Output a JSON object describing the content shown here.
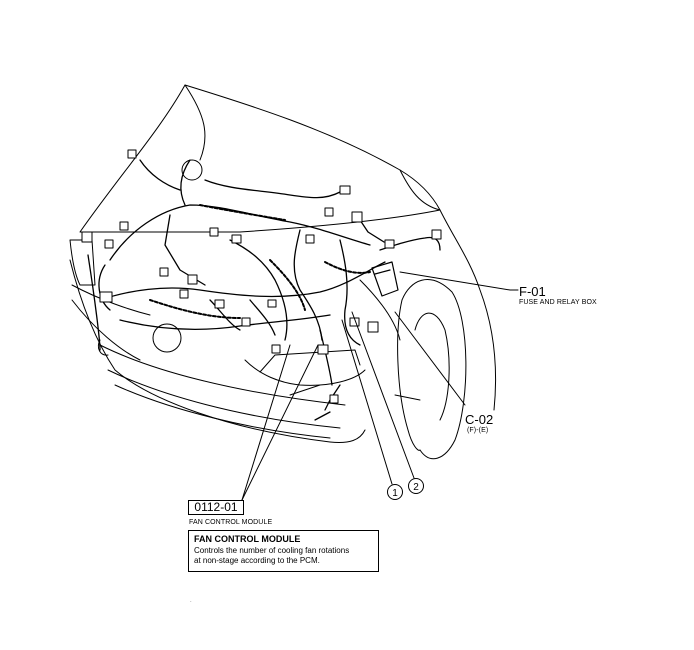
{
  "callouts": {
    "fuse_relay": {
      "code": "F-01",
      "name": "FUSE AND RELAY BOX"
    },
    "connector": {
      "code": "C-02",
      "sub": "(F)-(E)"
    },
    "circle_1": "1",
    "circle_2": "2"
  },
  "module": {
    "code": "0112-01",
    "name": "FAN CONTROL MODULE"
  },
  "description": {
    "title": "FAN CONTROL MODULE",
    "lines": [
      "Controls the number of cooling fan rotations",
      "at non-stage according to the PCM."
    ]
  },
  "stray_mark": "."
}
